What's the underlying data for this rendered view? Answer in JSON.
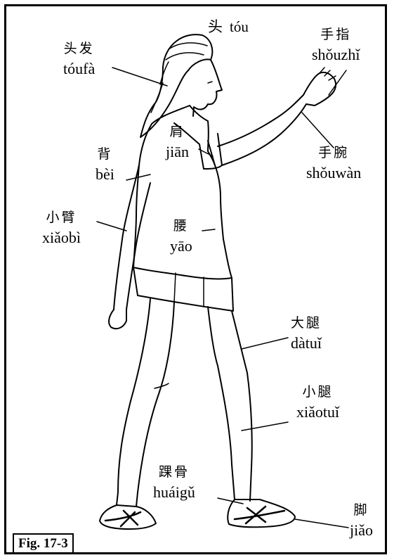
{
  "caption": "Fig. 17-3",
  "labels": {
    "tou": {
      "zh": "头",
      "py": "tóu"
    },
    "toufa": {
      "zh": "头发",
      "py": "tóufà"
    },
    "shouzhi": {
      "zh": "手指",
      "py": "shǒuzhǐ"
    },
    "jian": {
      "zh": "肩",
      "py": "jiān"
    },
    "bei": {
      "zh": "背",
      "py": "bèi"
    },
    "shouwan": {
      "zh": "手腕",
      "py": "shǒuwàn"
    },
    "xiaobi": {
      "zh": "小臂",
      "py": "xiǎobì"
    },
    "yao": {
      "zh": "腰",
      "py": "yāo"
    },
    "datui": {
      "zh": "大腿",
      "py": "dàtuǐ"
    },
    "xiaotui": {
      "zh": "小腿",
      "py": "xiǎotuǐ"
    },
    "huaigu": {
      "zh": "踝骨",
      "py": "huáigǔ"
    },
    "jiao": {
      "zh": "脚",
      "py": "jiǎo"
    }
  }
}
